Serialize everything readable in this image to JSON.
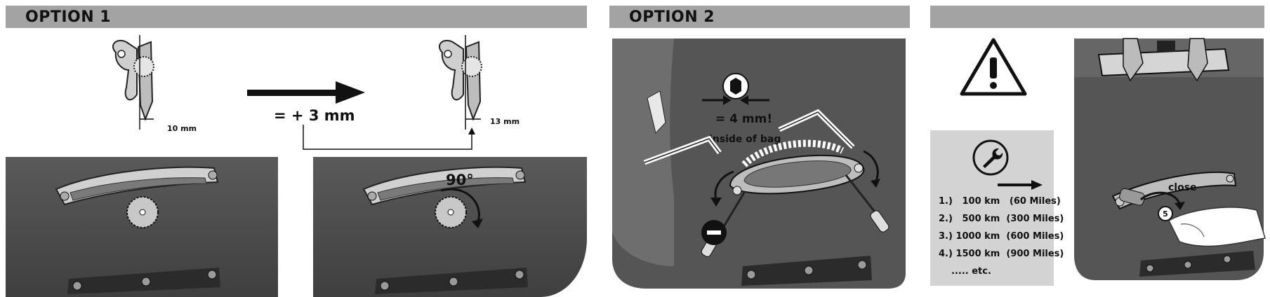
{
  "headers": {
    "option1": "OPTION 1",
    "option2": "OPTION 2",
    "option3": ""
  },
  "option1": {
    "gap_before": "10 mm",
    "gap_after": "13 mm",
    "increase": "= + 3 mm",
    "rotation": "90°"
  },
  "option2": {
    "note_line1": "= 4 mm!",
    "note_line2": "inside of bag"
  },
  "option3": {
    "schedule": [
      "1.)   100 km   (60 Miles)",
      "2.)   500 km  (300 Miles)",
      "3.) 1000 km  (600 Miles)",
      "4.) 1500 km  (900 Miles)"
    ],
    "etc": "..... etc.",
    "close_label": "close",
    "torque": "5"
  },
  "colors": {
    "header_bg": "#a3a3a3",
    "bag_dark": "#4a4a4a",
    "bag_mid": "#6b6b6b",
    "schedule_bg": "#d3d3d3"
  }
}
